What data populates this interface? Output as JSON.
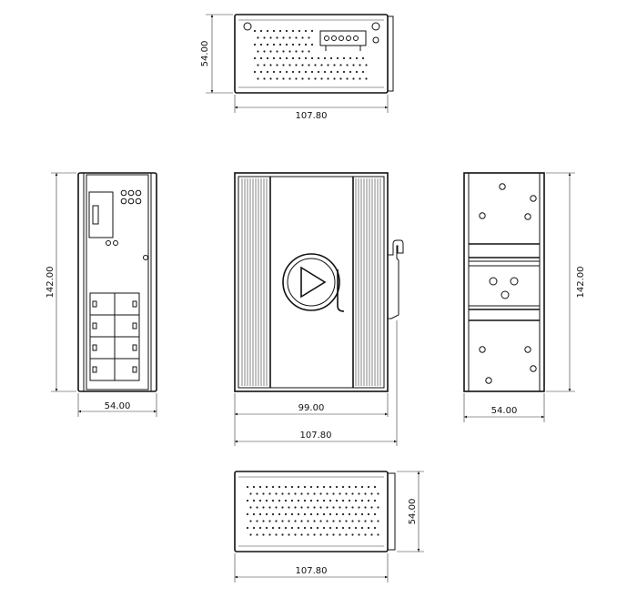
{
  "diagram": {
    "top_view": {
      "width_label": "107.80",
      "height_label": "54.00"
    },
    "left_view": {
      "height_label": "142.00",
      "width_label": "54.00"
    },
    "front_view": {
      "inner_width_label": "99.00",
      "overall_width_label": "107.80"
    },
    "right_view": {
      "height_label": "142.00",
      "width_label": "54.00"
    },
    "bottom_view": {
      "width_label": "107.80",
      "height_label": "54.00"
    }
  },
  "colors": {
    "line": "#111111",
    "background": "#ffffff"
  }
}
